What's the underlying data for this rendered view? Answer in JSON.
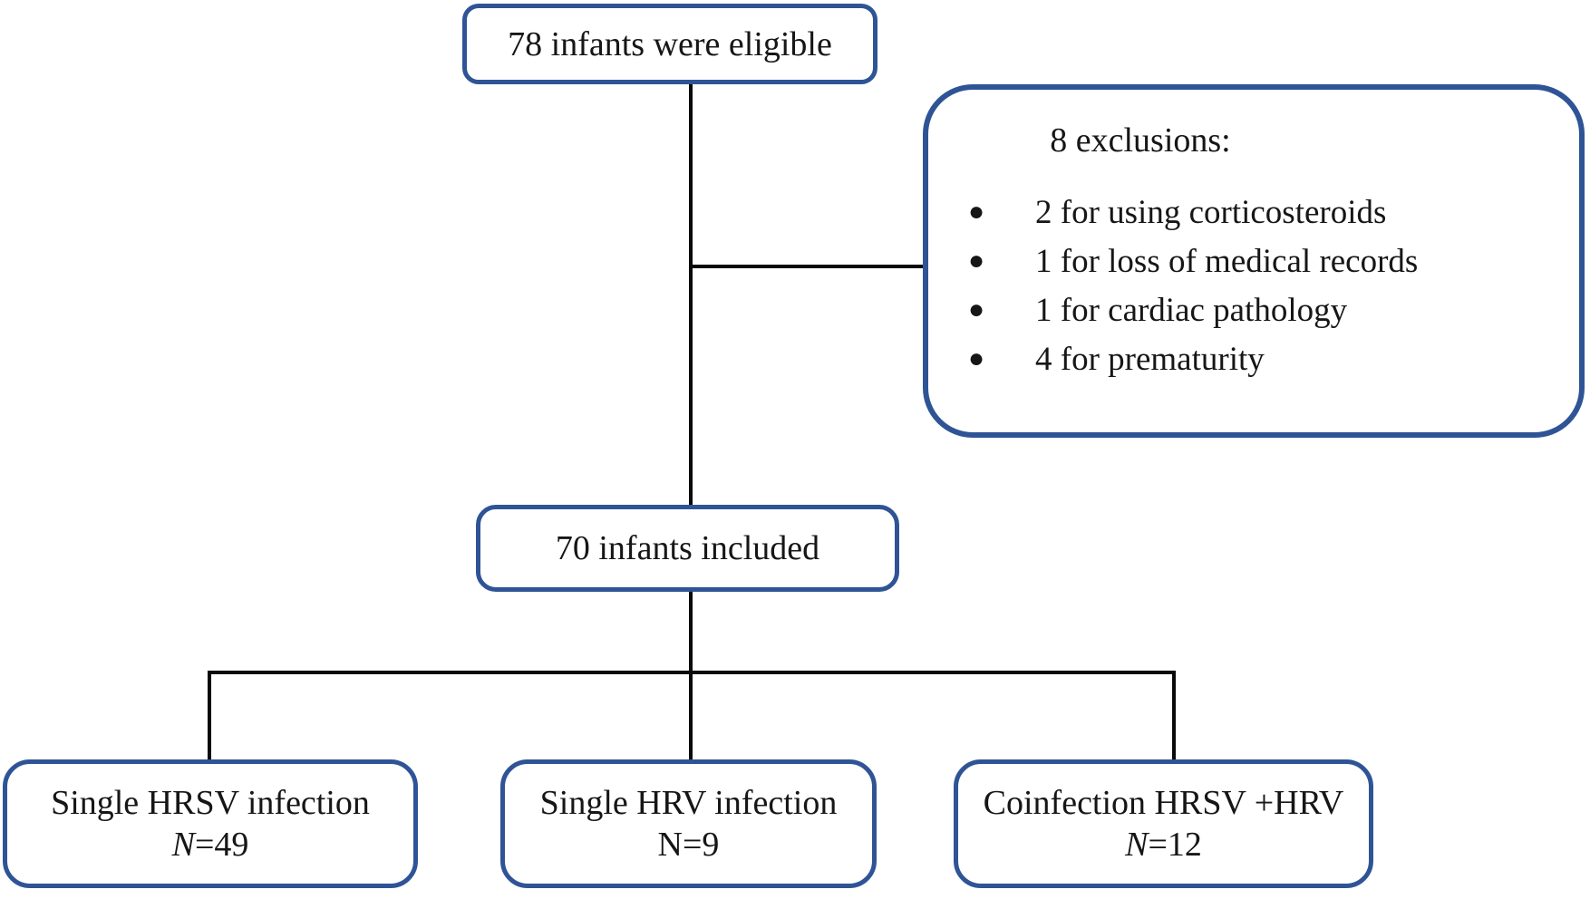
{
  "colors": {
    "box_border": "#2f5496",
    "connector": "#0a0a0a",
    "text": "#161616"
  },
  "nodes": {
    "eligible": {
      "label": "78 infants were eligible"
    },
    "exclusions": {
      "title": "8 exclusions:",
      "bullet_icon": "●",
      "items": [
        "2 for using corticosteroids",
        "1 for loss of medical records",
        "1 for cardiac pathology",
        "4 for prematurity"
      ]
    },
    "included": {
      "label": "70 infants included"
    },
    "hrsv": {
      "label": "Single HRSV infection",
      "n_prefix": "N",
      "n_value": "=49"
    },
    "hrv": {
      "label": "Single HRV infection",
      "n_prefix": "N",
      "n_value": "=9"
    },
    "coinfection": {
      "label": "Coinfection HRSV +HRV",
      "n_prefix": "N",
      "n_value": "=12"
    }
  }
}
